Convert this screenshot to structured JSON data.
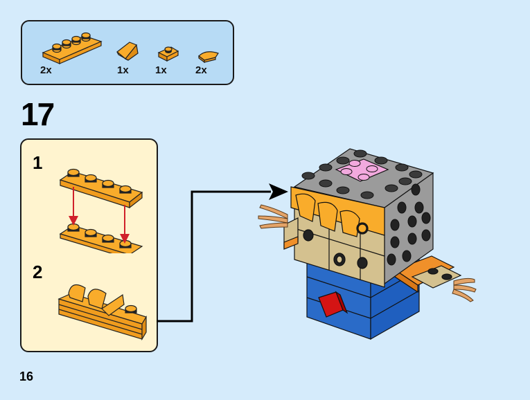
{
  "parts_list": {
    "items": [
      {
        "name": "plate-1x4",
        "color": "bright light orange",
        "quantity": "2x"
      },
      {
        "name": "slope-1x1",
        "color": "bright light orange",
        "quantity": "1x"
      },
      {
        "name": "plate-1x1",
        "color": "bright light orange",
        "quantity": "1x"
      },
      {
        "name": "tile-quarter-round-1x1",
        "color": "bright light orange",
        "quantity": "2x"
      }
    ]
  },
  "step": {
    "number": "17",
    "sub_steps": [
      {
        "number": "1"
      },
      {
        "number": "2"
      }
    ]
  },
  "page": {
    "number": "16"
  },
  "colors": {
    "background": "#d5ebfb",
    "parts_box": "#b7dbf5",
    "sub_step_box": "#fff4cf",
    "brick_orange": "#f9ac2b",
    "arrow_red": "#d0202a",
    "brick_gray": "#9b9b9b",
    "brick_pink": "#f2a9de",
    "brick_tan": "#d4c18f",
    "brick_blue": "#1f5fbf",
    "brick_red": "#cc1111"
  }
}
